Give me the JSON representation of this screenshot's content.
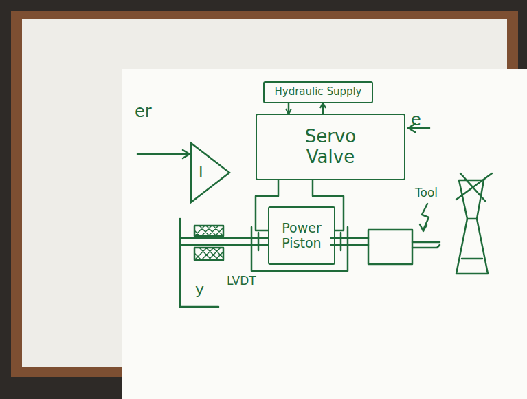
{
  "diagram": {
    "nodes": [
      {
        "text": [
          "Hydraulic Supply"
        ]
      },
      {
        "text": [
          "Servo Valve"
        ]
      },
      {
        "text": [
          "I"
        ]
      },
      {
        "text": [
          "Power Piston"
        ]
      }
    ],
    "edges": [
      {
        "from": 0,
        "to": 1,
        "arrow": "to"
      },
      {
        "from": 1,
        "to": 0,
        "arrow": "to"
      },
      {
        "from": 1,
        "to": 3,
        "arrow": "none"
      },
      {
        "from": 1,
        "to": 3,
        "arrow": "none"
      }
    ],
    "labels": [
      "er",
      "e",
      "LVDT",
      "y",
      "Tool"
    ]
  }
}
